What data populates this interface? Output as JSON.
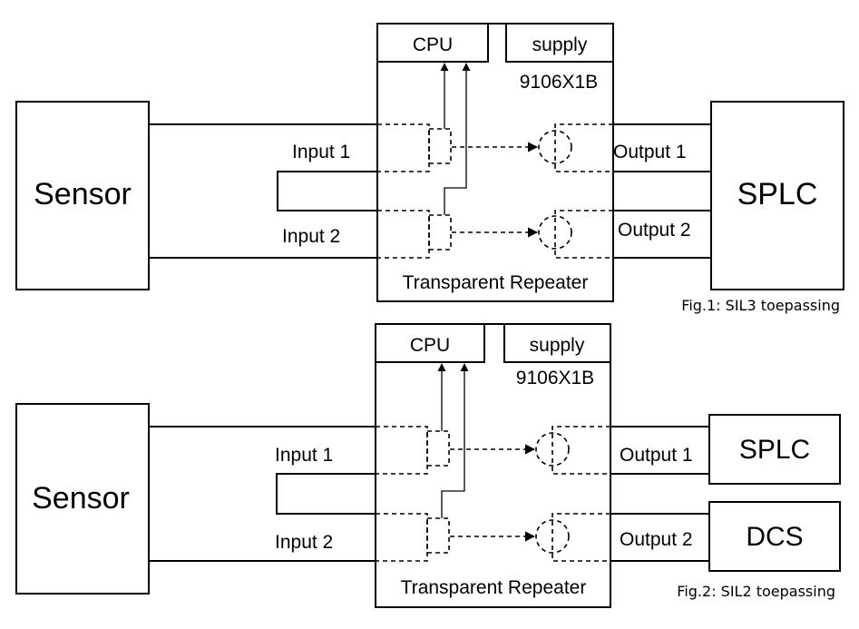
{
  "fig1": {
    "sensor": "Sensor",
    "cpu": "CPU",
    "supply": "supply",
    "model": "9106X1B",
    "input1": "Input 1",
    "input2": "Input 2",
    "output1": "Output 1",
    "output2": "Output 2",
    "repeater": "Transparent Repeater",
    "target": "SPLC",
    "caption": "Fig.1: SIL3 toepassing"
  },
  "fig2": {
    "sensor": "Sensor",
    "cpu": "CPU",
    "supply": "supply",
    "model": "9106X1B",
    "input1": "Input 1",
    "input2": "Input 2",
    "output1": "Output 1",
    "output2": "Output 2",
    "repeater": "Transparent Repeater",
    "target1": "SPLC",
    "target2": "DCS",
    "caption": "Fig.2: SIL2 toepassing"
  }
}
